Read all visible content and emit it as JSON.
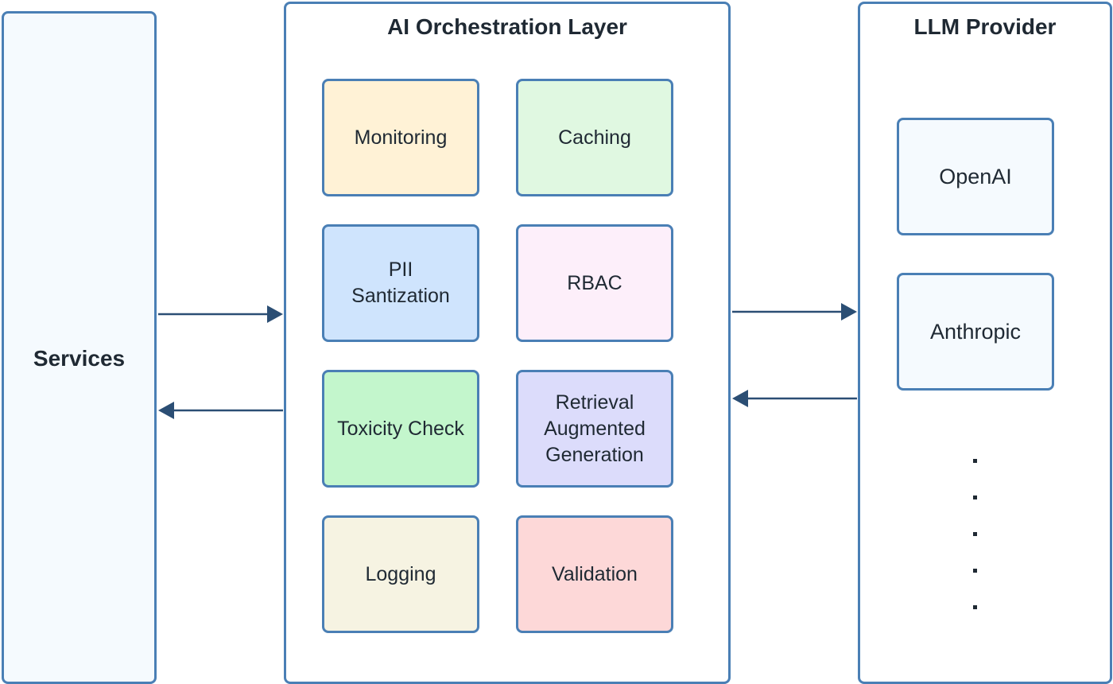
{
  "services": {
    "label": "Services"
  },
  "orchestration": {
    "title": "AI Orchestration Layer",
    "modules": [
      {
        "label": "Monitoring",
        "color": "#fff2d6"
      },
      {
        "label": "Caching",
        "color": "#e0f8e1"
      },
      {
        "label": "PII\nSantization",
        "color": "#cfe4fd"
      },
      {
        "label": "RBAC",
        "color": "#fdeffa"
      },
      {
        "label": "Toxicity Check",
        "color": "#c3f6cc"
      },
      {
        "label": "Retrieval\nAugmented\nGeneration",
        "color": "#dcdcfb"
      },
      {
        "label": "Logging",
        "color": "#f6f3e2"
      },
      {
        "label": "Validation",
        "color": "#fdd8d8"
      }
    ]
  },
  "llm_provider": {
    "title": "LLM Provider",
    "providers": [
      {
        "label": "OpenAI"
      },
      {
        "label": "Anthropic"
      }
    ]
  },
  "colors": {
    "border": "#4a7fb5",
    "arrow": "#2b4e74"
  }
}
